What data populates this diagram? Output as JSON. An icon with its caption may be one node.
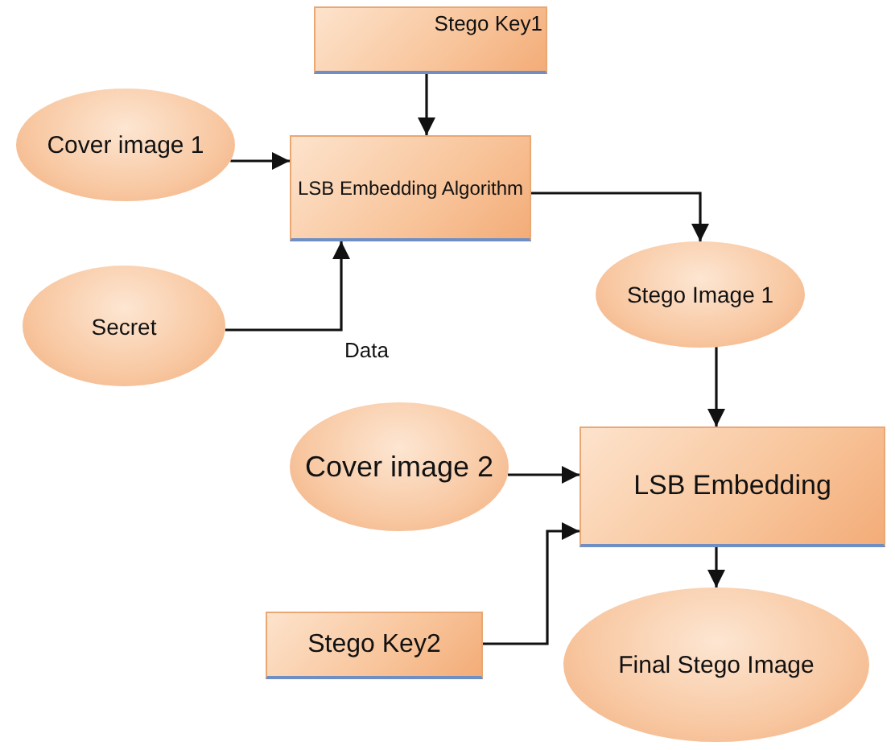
{
  "diagram": {
    "nodes": [
      {
        "text": [
          "Stego Key1"
        ]
      },
      {
        "text": [
          "Cover image 1"
        ]
      },
      {
        "text": [
          "LSB Embedding Algorithm"
        ]
      },
      {
        "text": [
          "Secret"
        ]
      },
      {
        "text": [
          "Stego Image 1"
        ]
      },
      {
        "text": [
          "Cover image 2"
        ]
      },
      {
        "text": [
          "LSB Embedding"
        ]
      },
      {
        "text": [
          "Stego Key2"
        ]
      },
      {
        "text": [
          "Final Stego Image"
        ]
      }
    ],
    "edges": [
      {
        "from": 0,
        "to": 2,
        "arrow": "to"
      },
      {
        "from": 1,
        "to": 2,
        "arrow": "to"
      },
      {
        "from": 3,
        "to": 2,
        "arrow": "to"
      },
      {
        "from": 2,
        "to": 4,
        "arrow": "to"
      },
      {
        "from": 4,
        "to": 6,
        "arrow": "to"
      },
      {
        "from": 5,
        "to": 6,
        "arrow": "to"
      },
      {
        "from": 7,
        "to": 6,
        "arrow": "to"
      },
      {
        "from": 6,
        "to": 8,
        "arrow": "to"
      }
    ],
    "labels": [
      "Data"
    ]
  }
}
